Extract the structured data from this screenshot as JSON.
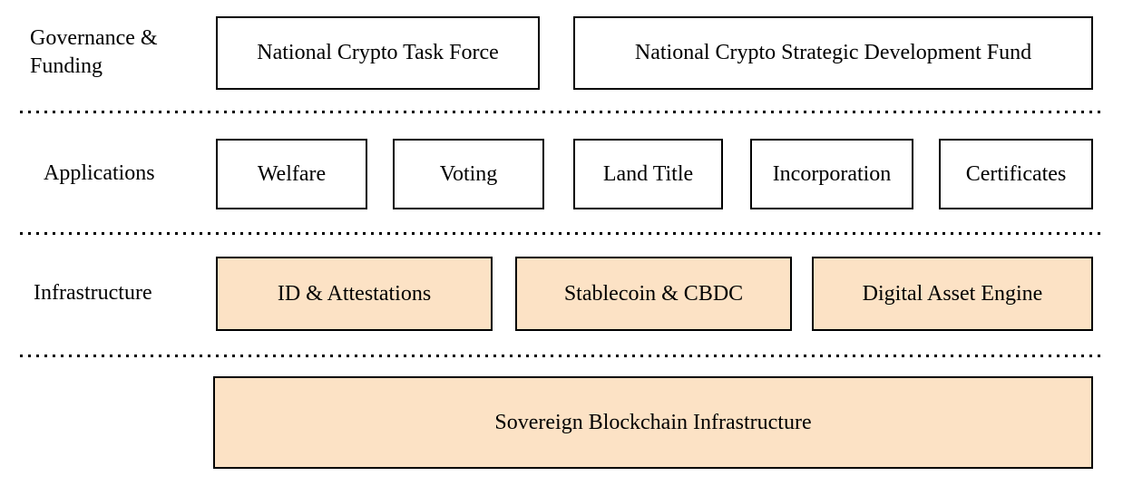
{
  "colors": {
    "highlight_fill": "#FCE2C5",
    "border_color": "#000000",
    "text_color": "#000000",
    "background": "#FFFFFF"
  },
  "layers": {
    "governance": {
      "label": "Governance & Funding",
      "boxes": {
        "task_force": "National Crypto Task Force",
        "dev_fund": "National Crypto Strategic Development Fund"
      }
    },
    "applications": {
      "label": "Applications",
      "boxes": {
        "welfare": "Welfare",
        "voting": "Voting",
        "land_title": "Land Title",
        "incorporation": "Incorporation",
        "certificates": "Certificates"
      }
    },
    "infrastructure": {
      "label": "Infrastructure",
      "boxes": {
        "id_attestations": "ID & Attestations",
        "stablecoin_cbdc": "Stablecoin & CBDC",
        "digital_asset_engine": "Digital Asset Engine"
      }
    },
    "base": {
      "boxes": {
        "sovereign_blockchain": "Sovereign Blockchain Infrastructure"
      }
    }
  }
}
